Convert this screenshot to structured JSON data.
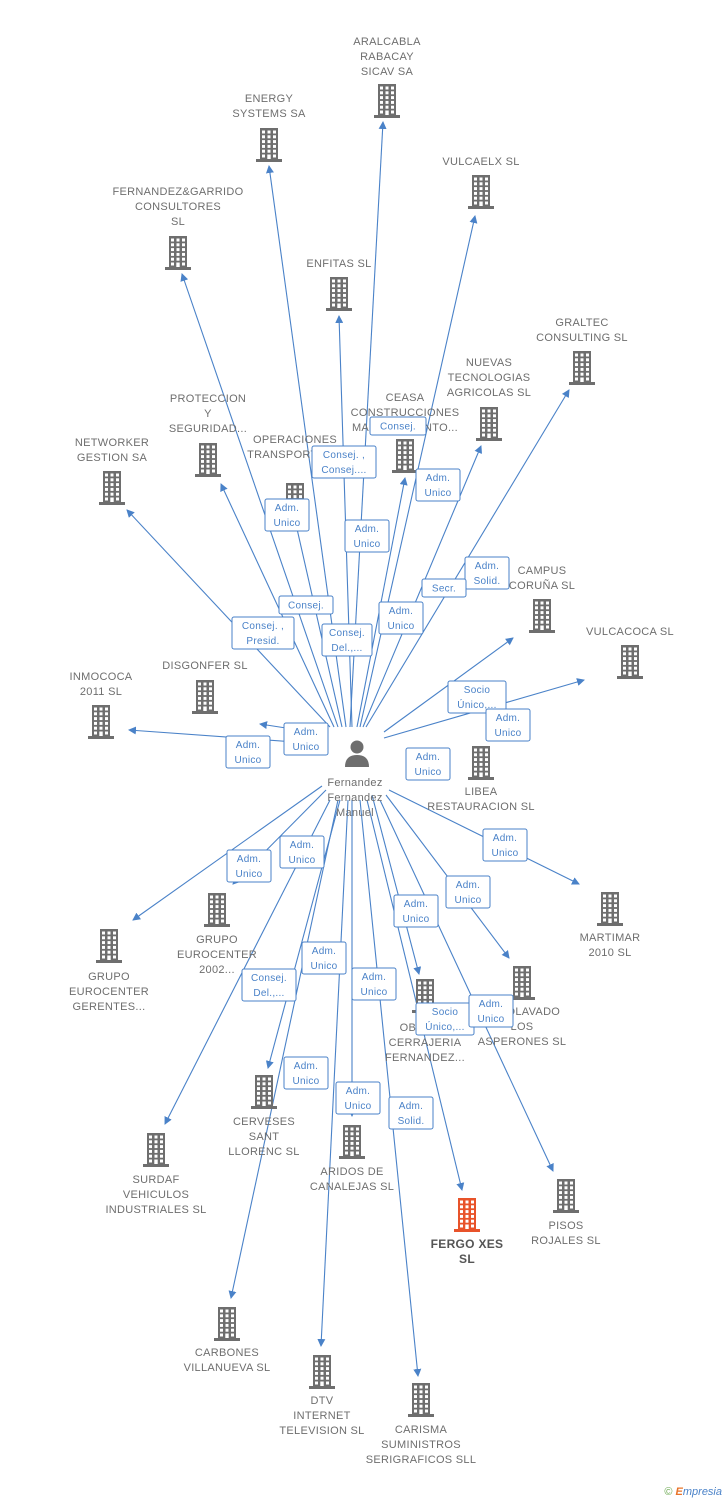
{
  "center": {
    "label": [
      "Fernandez",
      "Fernandez",
      "Manuel"
    ]
  },
  "nodes": [
    {
      "id": "aralcabla",
      "label": [
        "ARALCABLA",
        "RABACAY",
        "SICAV SA"
      ]
    },
    {
      "id": "energy",
      "label": [
        "ENERGY",
        "SYSTEMS SA"
      ]
    },
    {
      "id": "vulcaelx",
      "label": [
        "VULCAELX SL"
      ]
    },
    {
      "id": "fernandezgarrido",
      "label": [
        "FERNANDEZ&GARRIDO",
        "CONSULTORES",
        "SL"
      ]
    },
    {
      "id": "enfitas",
      "label": [
        "ENFITAS SL"
      ]
    },
    {
      "id": "graltec",
      "label": [
        "GRALTEC",
        "CONSULTING SL"
      ]
    },
    {
      "id": "nuevas",
      "label": [
        "NUEVAS",
        "TECNOLOGIAS",
        "AGRICOLAS SL"
      ]
    },
    {
      "id": "ceasa",
      "label": [
        "CEASA",
        "CONSTRUCCIONES",
        "MANTENIMIENTO..."
      ]
    },
    {
      "id": "proteccion",
      "label": [
        "PROTECCION",
        "Y",
        "SEGURIDAD..."
      ]
    },
    {
      "id": "operaciones",
      "label": [
        "OPERACIONES",
        "TRANSPORTES..."
      ]
    },
    {
      "id": "networker",
      "label": [
        "NETWORKER",
        "GESTION SA"
      ]
    },
    {
      "id": "campus",
      "label": [
        "CAMPUS",
        "CORUÑA SL"
      ]
    },
    {
      "id": "vulcacoca",
      "label": [
        "VULCACOCA SL"
      ]
    },
    {
      "id": "inmococa",
      "label": [
        "INMOCOCA",
        "2011 SL"
      ]
    },
    {
      "id": "disgonfer",
      "label": [
        "DISGONFER SL"
      ]
    },
    {
      "id": "libea",
      "label": [
        "LIBEA",
        "RESTAURACION SL"
      ]
    },
    {
      "id": "grupo200",
      "label": [
        "GRUPO",
        "EUROCENTER",
        "2002..."
      ]
    },
    {
      "id": "grupogerentes",
      "label": [
        "GRUPO",
        "EUROCENTER",
        "GERENTES..."
      ]
    },
    {
      "id": "martimar",
      "label": [
        "MARTIMAR",
        "2010 SL"
      ]
    },
    {
      "id": "obras",
      "label": [
        "OBRAS Y",
        "CERRAJERIA",
        "FERNANDEZ..."
      ]
    },
    {
      "id": "autolavado",
      "label": [
        "AUTOLAVADO",
        "LOS",
        "ASPERONES SL"
      ]
    },
    {
      "id": "cerveses",
      "label": [
        "CERVESES",
        "SANT",
        "LLORENC SL"
      ]
    },
    {
      "id": "aridos",
      "label": [
        "ARIDOS DE",
        "CANALEJAS SL"
      ]
    },
    {
      "id": "surdaf",
      "label": [
        "SURDAF",
        "VEHICULOS",
        "INDUSTRIALES SL"
      ]
    },
    {
      "id": "fergo",
      "label": [
        "FERGO XES",
        "SL"
      ],
      "highlight": true
    },
    {
      "id": "pisos",
      "label": [
        "PISOS",
        "ROJALES SL"
      ]
    },
    {
      "id": "carbones",
      "label": [
        "CARBONES",
        "VILLANUEVA SL"
      ]
    },
    {
      "id": "dtv",
      "label": [
        "DTV",
        "INTERNET",
        "TELEVISION SL"
      ]
    },
    {
      "id": "carisma",
      "label": [
        "CARISMA",
        "SUMINISTROS",
        "SERIGRAFICOS SLL"
      ]
    }
  ],
  "relations": [
    {
      "id": "r-aralcabla",
      "label": [
        "Consej."
      ]
    },
    {
      "id": "r-energy",
      "label": [
        "Consej. ,",
        "Consej...."
      ]
    },
    {
      "id": "r-vulcaelx",
      "label": [
        "Adm.",
        "Unico"
      ]
    },
    {
      "id": "r-fernandezgarrido",
      "label": [
        "Adm.",
        "Unico"
      ]
    },
    {
      "id": "r-enfitas",
      "label": [
        "Adm.",
        "Unico"
      ]
    },
    {
      "id": "r-graltec",
      "label": [
        "Adm.",
        "Solid."
      ]
    },
    {
      "id": "r-nuevas",
      "label": [
        "Secr."
      ]
    },
    {
      "id": "r-ceasa",
      "label": [
        "Adm.",
        "Unico"
      ]
    },
    {
      "id": "r-proteccion",
      "label": [
        "Consej."
      ]
    },
    {
      "id": "r-operaciones",
      "label": [
        "Consej.",
        "Del.,..."
      ]
    },
    {
      "id": "r-networker",
      "label": [
        "Consej. ,",
        "Presid."
      ]
    },
    {
      "id": "r-campus",
      "label": [
        "Socio",
        "Único,..."
      ]
    },
    {
      "id": "r-vulcacoca",
      "label": [
        "Adm.",
        "Unico"
      ]
    },
    {
      "id": "r-inmococa",
      "label": [
        "Adm.",
        "Unico"
      ]
    },
    {
      "id": "r-disgonfer",
      "label": [
        "Adm.",
        "Unico"
      ]
    },
    {
      "id": "r-libea",
      "label": [
        "Adm.",
        "Unico"
      ]
    },
    {
      "id": "r-grupo200",
      "label": [
        "Adm.",
        "Unico"
      ]
    },
    {
      "id": "r-grupogerentes",
      "label": [
        "Adm.",
        "Unico"
      ]
    },
    {
      "id": "r-martimar",
      "label": [
        "Adm.",
        "Unico"
      ]
    },
    {
      "id": "r-obras",
      "label": [
        "Adm.",
        "Unico"
      ]
    },
    {
      "id": "r-autolavado",
      "label": [
        "Adm.",
        "Unico"
      ]
    },
    {
      "id": "r-cerveses",
      "label": [
        "Adm.",
        "Unico"
      ]
    },
    {
      "id": "r-aridos",
      "label": [
        "Adm.",
        "Unico"
      ]
    },
    {
      "id": "r-surdaf",
      "label": [
        "Consej.",
        "Del.,..."
      ]
    },
    {
      "id": "r-fergo",
      "label": [
        "Socio",
        "Único,..."
      ]
    },
    {
      "id": "r-pisos",
      "label": [
        "Adm.",
        "Unico"
      ]
    },
    {
      "id": "r-carbones",
      "label": [
        "Adm.",
        "Unico"
      ]
    },
    {
      "id": "r-dtv",
      "label": [
        "Adm.",
        "Unico"
      ]
    },
    {
      "id": "r-carisma",
      "label": [
        "Adm.",
        "Solid."
      ]
    }
  ],
  "colors": {
    "edge": "#4a82c8",
    "building": "#6e6e6e",
    "highlight": "#e8532a"
  },
  "footer": {
    "copyright": "©",
    "brand_e": "E",
    "brand_rest": "mpresia"
  }
}
